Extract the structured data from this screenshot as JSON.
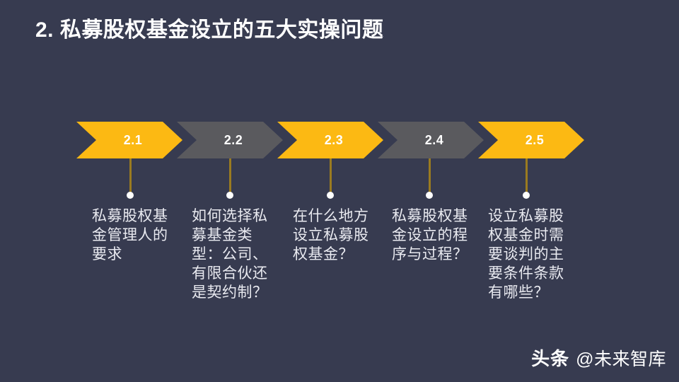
{
  "theme": {
    "background": "#373b50",
    "accent": "#fcb913",
    "muted": "#5a5a5e",
    "text": "#e9eaf0",
    "connector": "#9a7b20",
    "dot": "#ffffff"
  },
  "slide": {
    "title": "2. 私募股权基金设立的五大实操问题"
  },
  "steps": [
    {
      "number": "2.1",
      "color": "#fcb913",
      "caption": "私募股权基金管理人的要求"
    },
    {
      "number": "2.2",
      "color": "#5a5a5e",
      "caption": "如何选择私募基金类型：公司、有限合伙还是契约制？"
    },
    {
      "number": "2.3",
      "color": "#fcb913",
      "caption": "在什么地方设立私募股权基金？"
    },
    {
      "number": "2.4",
      "color": "#5a5a5e",
      "caption": "私募股权基金设立的程序与过程？"
    },
    {
      "number": "2.5",
      "color": "#fcb913",
      "caption": "设立私募股权基金时需要谈判的主要条件条款有哪些？"
    }
  ],
  "watermark": {
    "brand": "头条",
    "handle": "@未来智库"
  }
}
